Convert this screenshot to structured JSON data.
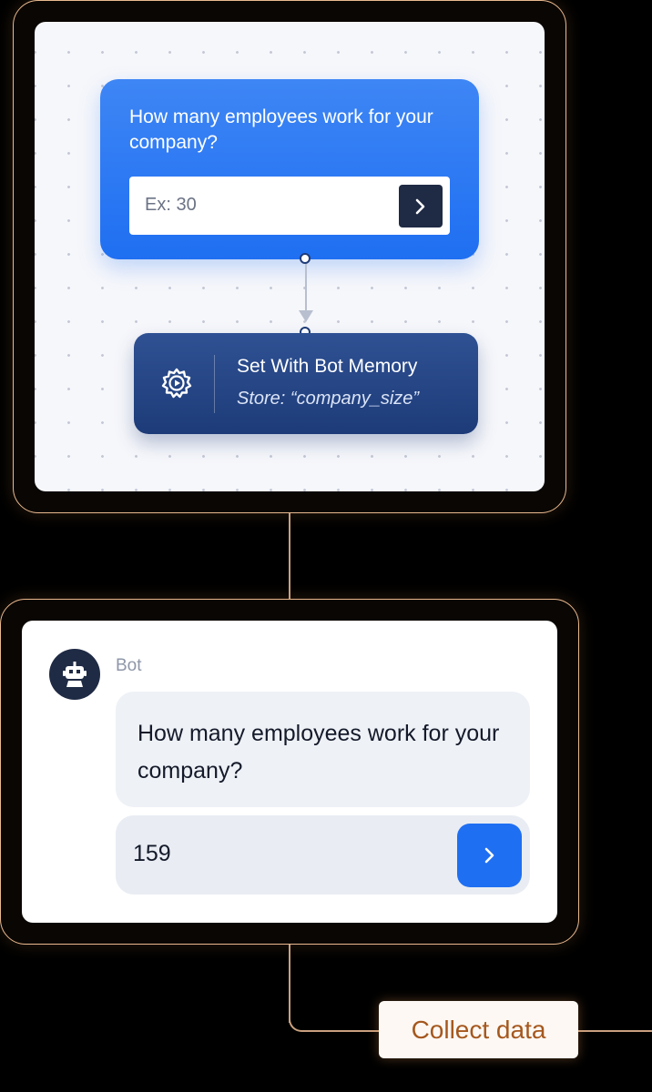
{
  "flow_editor": {
    "question_card": {
      "title": "How many employees work for your company?",
      "input_placeholder": "Ex: 30",
      "send_icon": "chevron-right-icon"
    },
    "memory_card": {
      "icon": "gear-play-icon",
      "title": "Set With Bot Memory",
      "subtitle": "Store: “company_size”"
    }
  },
  "chat_preview": {
    "avatar_icon": "robot-icon",
    "sender": "Bot",
    "message": "How many employees work for your company?",
    "answer_value": "159",
    "send_icon": "chevron-right-icon"
  },
  "tag": {
    "label": "Collect data"
  },
  "colors": {
    "primary_blue": "#1f6ff2",
    "navy": "#1d3b78",
    "dark": "#1f2a44",
    "frame_border": "#e9b98f",
    "tag_text": "#a5581e"
  }
}
